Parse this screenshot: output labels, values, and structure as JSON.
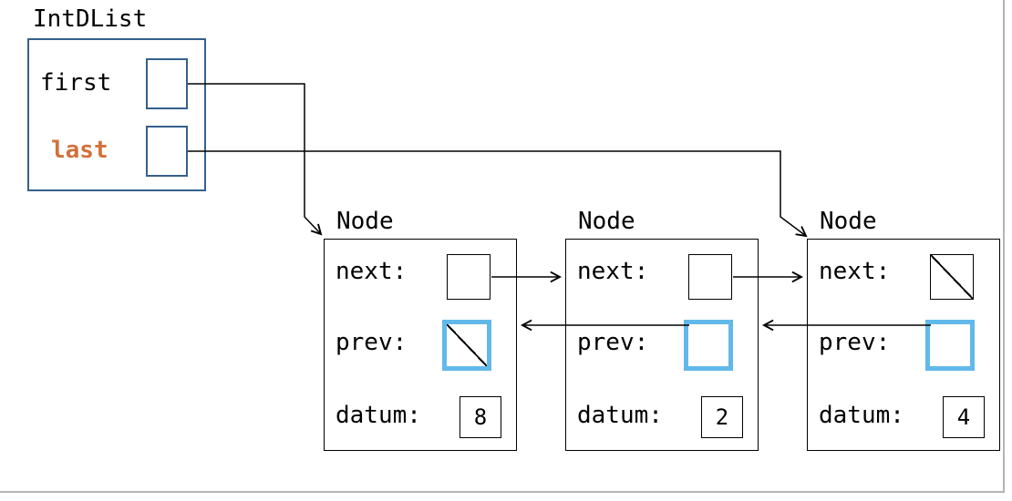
{
  "list": {
    "name": "IntDList",
    "first_label": "first",
    "last_label": "last"
  },
  "nodes": [
    {
      "title": "Node",
      "next_label": "next:",
      "prev_label": "prev:",
      "datum_label": "datum:",
      "datum": "8",
      "next_null": false,
      "prev_null": true
    },
    {
      "title": "Node",
      "next_label": "next:",
      "prev_label": "prev:",
      "datum_label": "datum:",
      "datum": "2",
      "next_null": false,
      "prev_null": false
    },
    {
      "title": "Node",
      "next_label": "next:",
      "prev_label": "prev:",
      "datum_label": "datum:",
      "datum": "4",
      "next_null": true,
      "prev_null": false
    }
  ],
  "colors": {
    "list_border": "#35608c",
    "last_text": "#d2713b",
    "prev_border": "#62b9e9",
    "node_border": "#000000",
    "arrow": "#000000",
    "frame_line": "#b5b5b5"
  }
}
